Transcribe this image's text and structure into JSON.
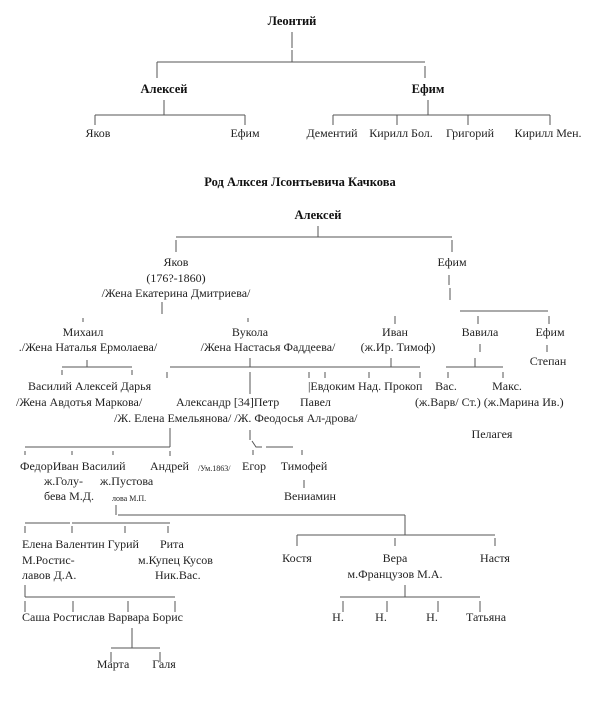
{
  "top_tree": {
    "root": "Леонтий",
    "son1": "Алексей",
    "son2": "Ефим",
    "g1": "Яков",
    "g2": "Ефим",
    "g3": "Дементий",
    "g4": "Кирилл Бол.",
    "g5": "Григорий",
    "g6": "Кирилл Мен."
  },
  "title": "Род Алксея Лсонтьевича Качкова",
  "tree": {
    "root": "Алексей",
    "yakov": "Яков",
    "yakov_dates": "(176?-1860)",
    "yakov_wife": "/Жена Екатерина Дмитриева/",
    "efim": "Ефим",
    "mikhail": "Михаил",
    "mikhail_wife": "./Жена Наталья Ермолаева/",
    "vukola": "Вукола",
    "vukola_wife": "/Жена Настасья Фаддеева/",
    "ivan": "Иван",
    "ivan_wife": "(ж.Ир. Тимоф)",
    "vavila": "Вавила",
    "efim2": "Ефим",
    "stepan": "Степан",
    "mikhail_kids": "Василий Алексей Дарья",
    "vasiliy_wife": "/Жена Авдотья Маркова/",
    "vukola_kids": "Александр [34]Петр",
    "vukola_kids_wives": "/Ж. Елена Емельянова/ /Ж. Феодосья Ал-дрова/",
    "pavel": "Павел",
    "ivan_kids": "|Евдоким Над. Прокоп",
    "vas": "Вас.",
    "maks": "Макс.",
    "vavila_kids_wives": "(ж.Варв/ Ст.) (ж.Марина Ив.)",
    "pelageya": "Пелагея",
    "aleksandr_kids": "ФедорИван Василий",
    "andrey": "Андрей",
    "andrey_note": "/Ум.1863/",
    "ivan_wife1": "ж.Голу-",
    "ivan_wife2": "бева М.Д.",
    "vasiliy2_wife1": "ж.Пустова",
    "vasiliy2_wife2": "лова М.П.",
    "egor": "Егор",
    "timofey": "Тимофей",
    "veniamin": "Вениамин",
    "gen5_left": "Елена Валентин Гурий",
    "rita": "Рита",
    "elena_husband1": "М.Ростис-",
    "elena_husband2": "лавов Д.А.",
    "rita_husband1": "м.Купец Кусов",
    "rita_husband2": "Ник.Вас.",
    "kostya": "Костя",
    "vera": "Вера",
    "vera_husband": "м.Французов М.А.",
    "nastya": "Настя",
    "gen6_left": "Саша Ростислав Варвара  Борис",
    "n1": "Н.",
    "n2": "Н.",
    "n3": "Н.",
    "tatyana": "Татьяна",
    "marta": "Марта",
    "galya": "Галя"
  }
}
